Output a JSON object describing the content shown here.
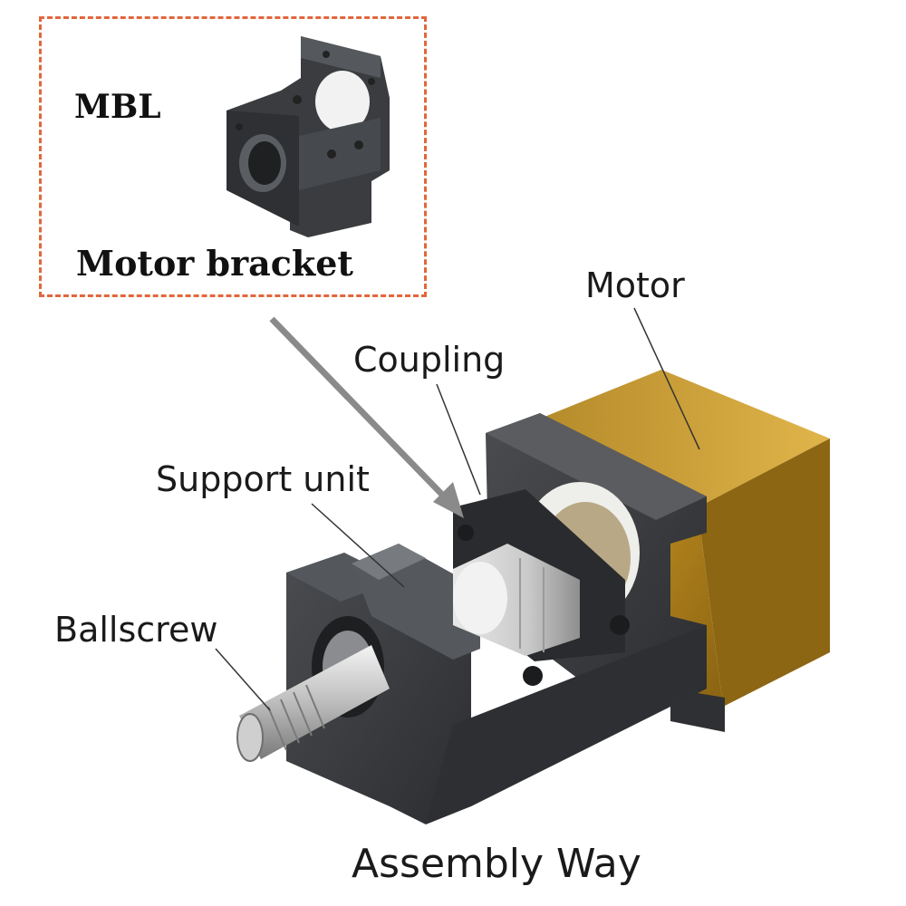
{
  "inset": {
    "code": "MBL",
    "name": "Motor bracket"
  },
  "callouts": {
    "motor": "Motor",
    "coupling": "Coupling",
    "support_unit": "Support unit",
    "ballscrew": "Ballscrew"
  },
  "caption": "Assembly Way",
  "colors": {
    "dashed_border": "#e2663c",
    "bracket_body": "#3d3f42",
    "motor_body": "#b88a1c",
    "arrow": "#8a8a8a"
  }
}
